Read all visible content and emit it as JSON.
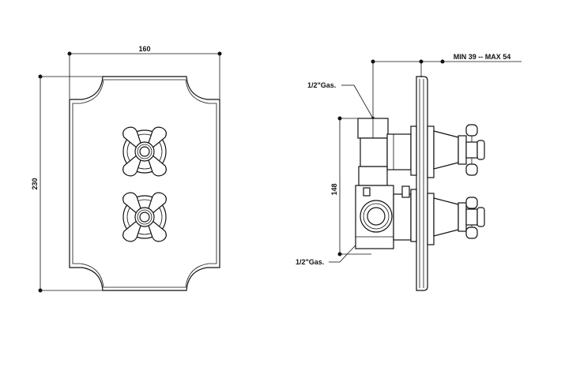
{
  "front_view": {
    "width_label": "160",
    "height_label": "230"
  },
  "side_view": {
    "depth_label": "MIN 39 -- MAX 54",
    "spacing_label": "148",
    "upper_connection_label": "1/2\"Gas.",
    "lower_connection_label": "1/2\"Gas."
  }
}
